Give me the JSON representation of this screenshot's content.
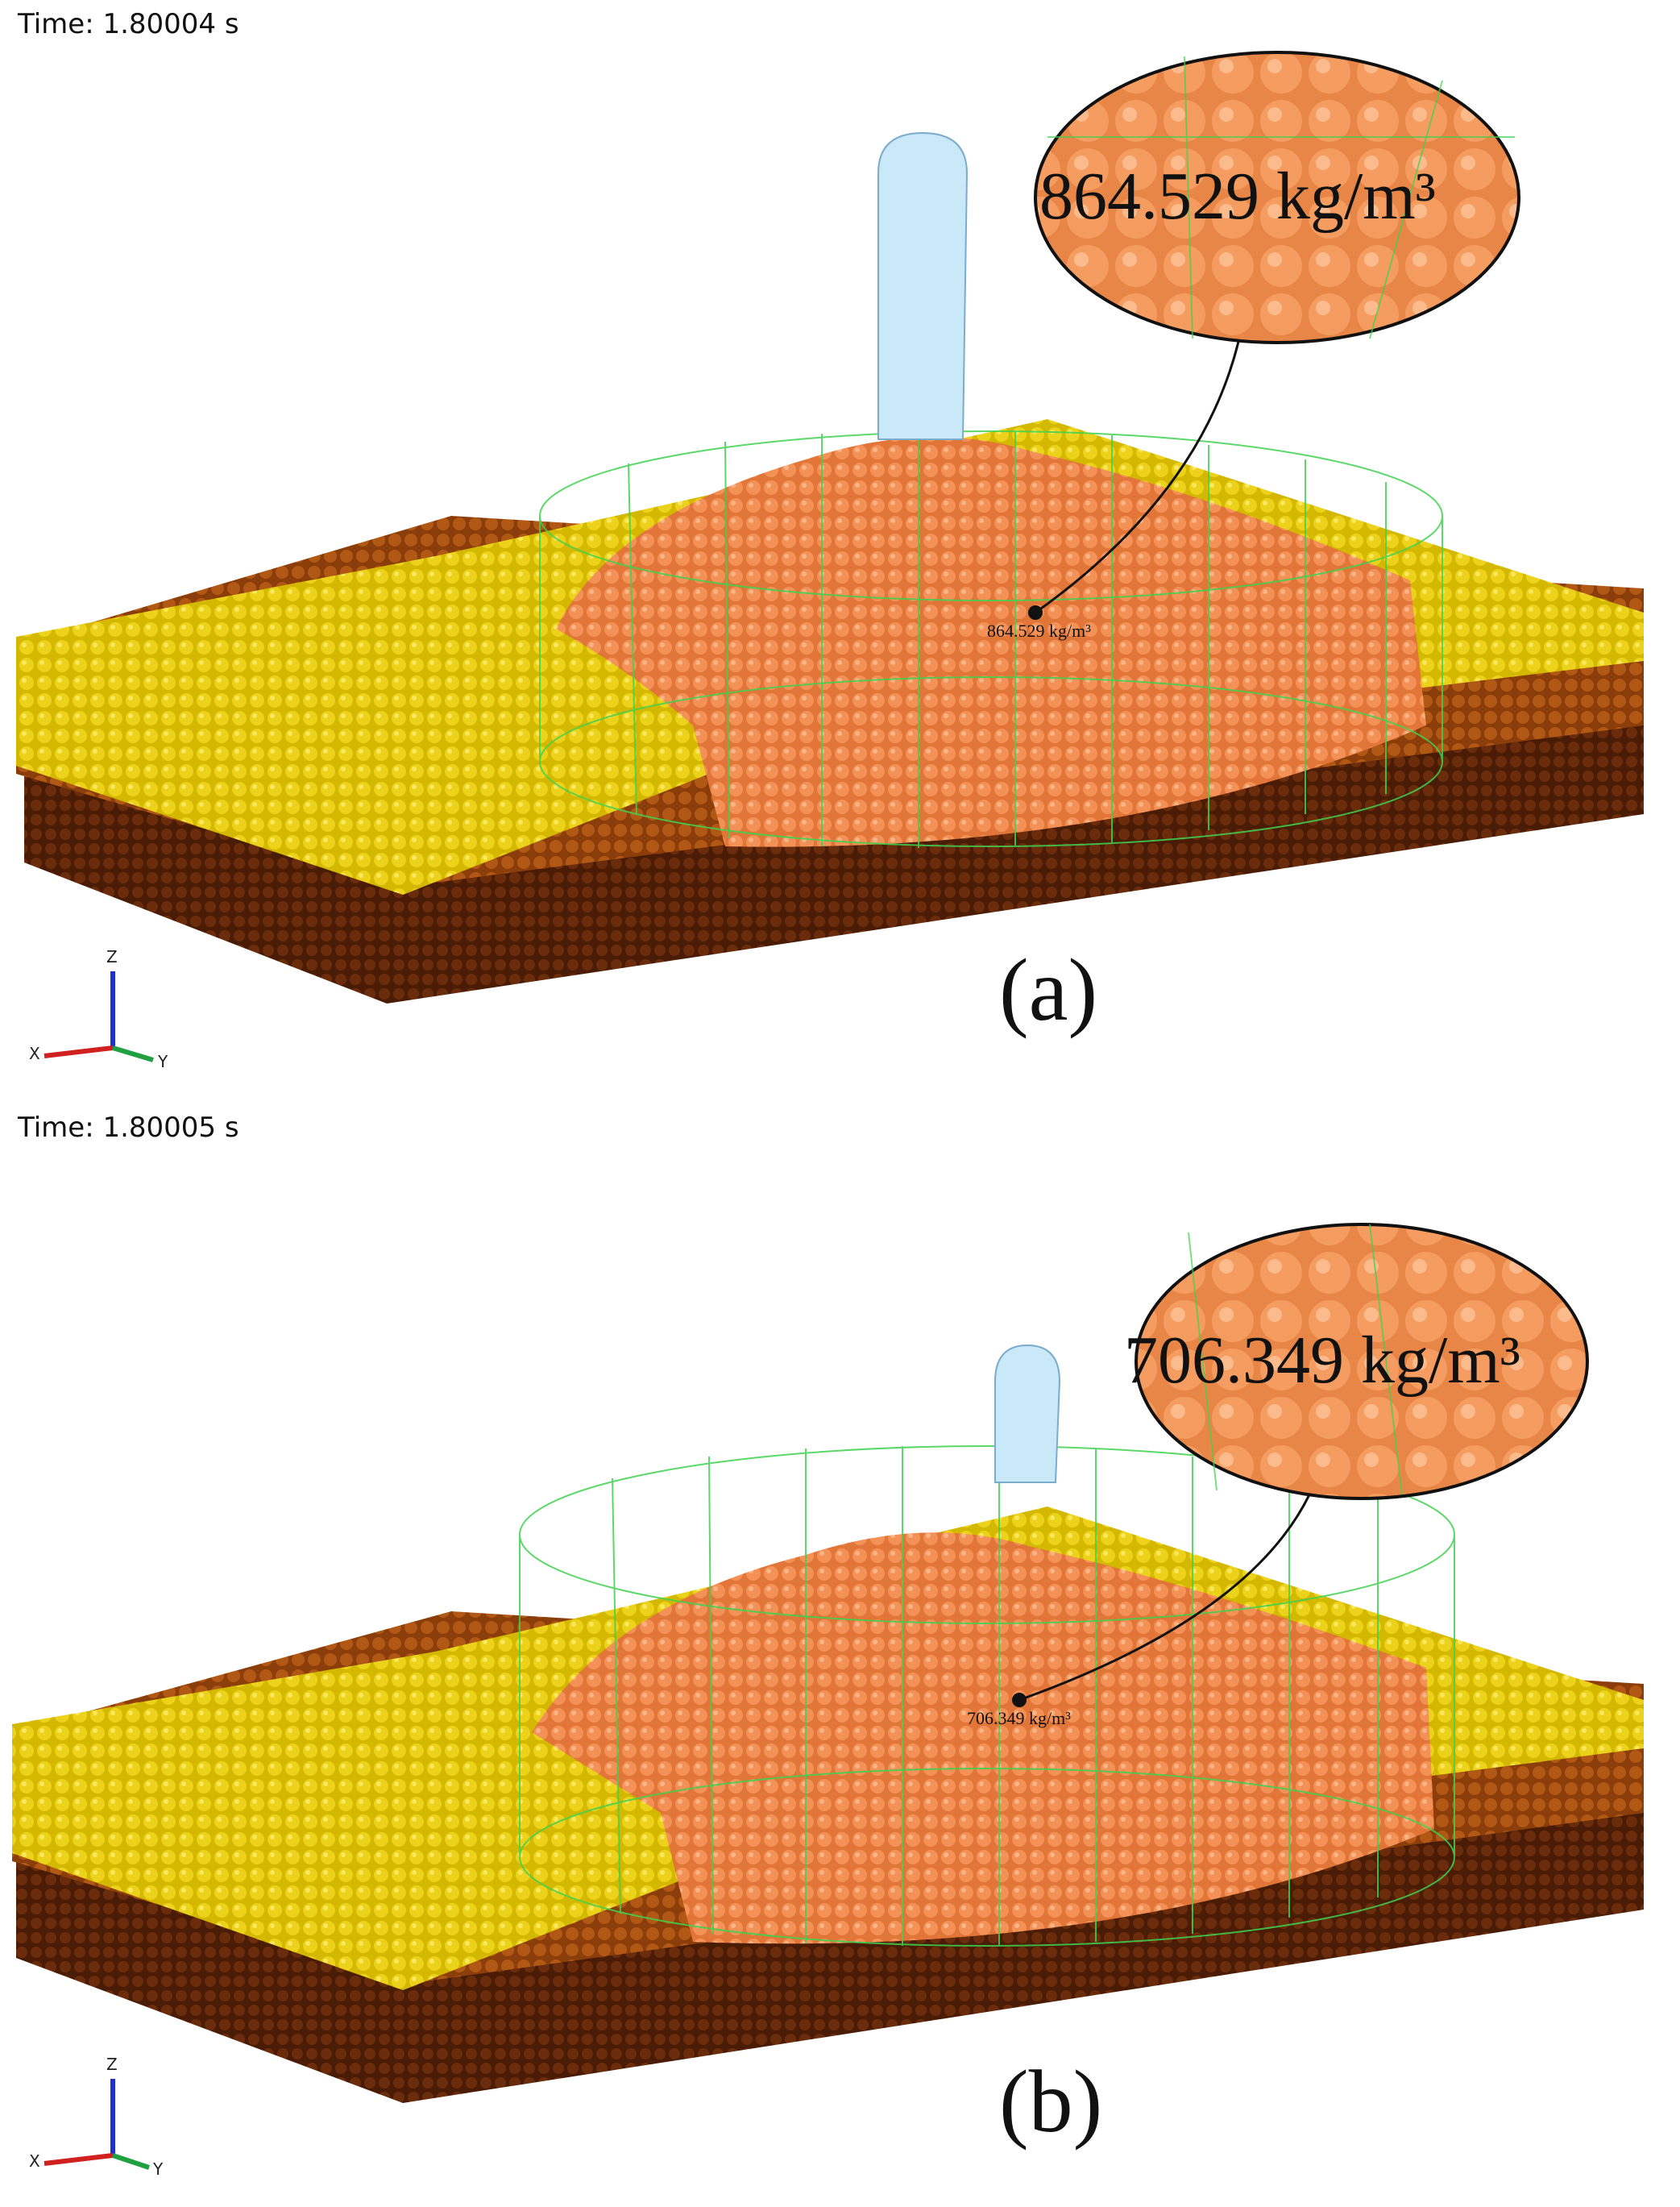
{
  "panels": [
    {
      "time_text": "Time:  1.80004 s",
      "density_text": "864.529 kg/m³",
      "density_small": "864.529 kg/m³",
      "label": "(a)"
    },
    {
      "time_text": "Time:  1.80005 s",
      "density_text": "706.349 kg/m³",
      "density_small": "706.349 kg/m³",
      "label": "(b)"
    }
  ],
  "axes": {
    "z": "Z",
    "x": "X",
    "y": "Y"
  },
  "colors": {
    "top_layer": "#d8c000",
    "mid_layer": "#a34e0d",
    "bottom_layer": "#5a2408",
    "compacted_region": "#f08a4a",
    "wireframe": "#3fd24f",
    "probe": "#c9e8f8"
  }
}
